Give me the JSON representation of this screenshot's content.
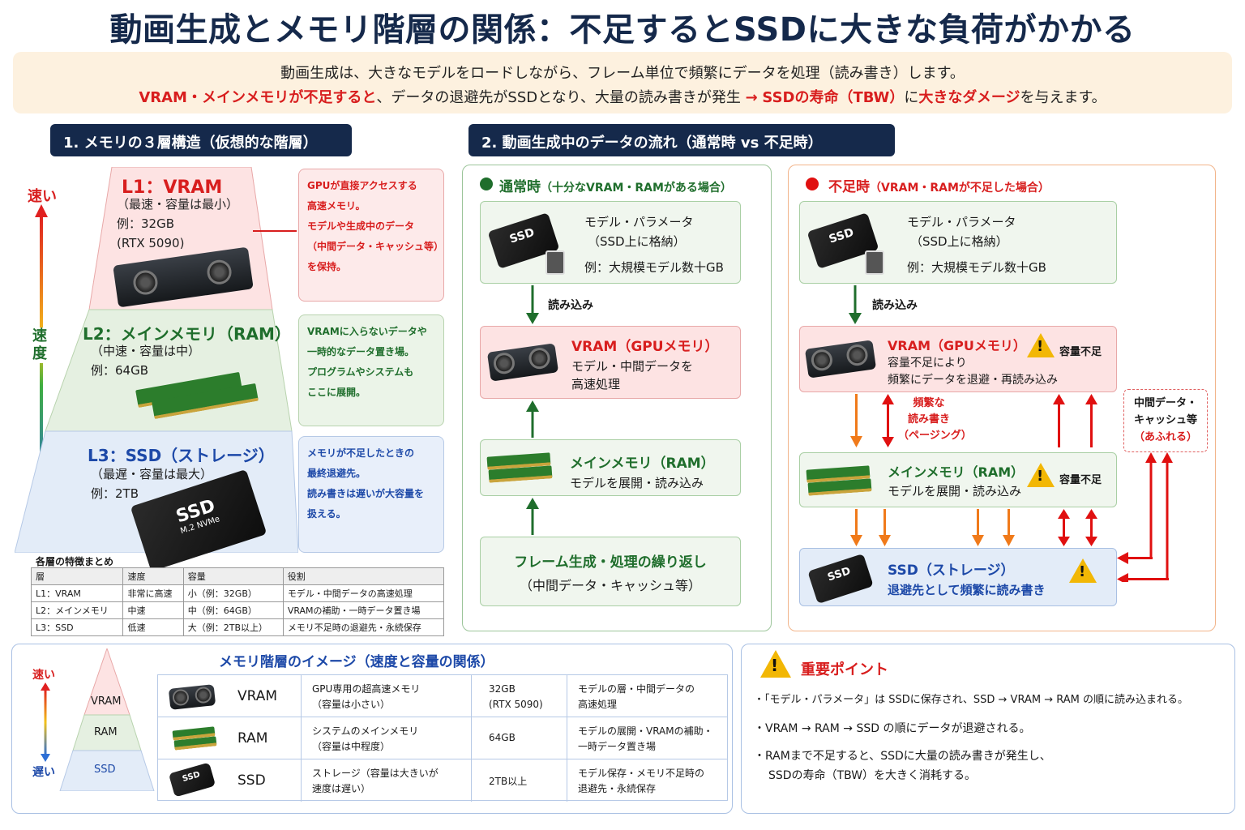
{
  "title": "動画生成とメモリ階層の関係：不足するとSSDに大きな負荷がかかる",
  "intro": {
    "line1": "動画生成は、大きなモデルをロードしながら、フレーム単位で頻繁にデータを処理（読み書き）します。",
    "line2_red1": "VRAM・メインメモリが不足すると",
    "line2_mid": "、データの退避先がSSDとなり、大量の読み書きが発生",
    "line2_arrow": "→",
    "line2_red2": "SSDの寿命（TBW）",
    "line2_mid2": "に",
    "line2_red3": "大きなダメージ",
    "line2_end": "を与えます。"
  },
  "section1": {
    "header": "1. メモリの３層構造（仮想的な階層）",
    "speed_fast": "速い",
    "speed_label_1": "速",
    "speed_label_2": "度",
    "speed_slow": "遅い",
    "tiers": [
      {
        "name": "L1：VRAM",
        "desc": [
          "（最速・容量は最小）",
          "例：32GB",
          "(RTX 5090)"
        ],
        "note": [
          "GPUが直接アクセスする",
          "高速メモリ。",
          "モデルや生成中のデータ",
          "（中間データ・キャッシュ等）",
          "を保持。"
        ]
      },
      {
        "name": "L2：メインメモリ（RAM）",
        "desc": [
          "（中速・容量は中）",
          "例：64GB"
        ],
        "note": [
          "VRAMに入らないデータや",
          "一時的なデータ置き場。",
          "プログラムやシステムも",
          "ここに展開。"
        ]
      },
      {
        "name": "L3：SSD（ストレージ）",
        "desc": [
          "（最遅・容量は最大）",
          "例：2TB"
        ],
        "note": [
          "メモリが不足したときの",
          "最終退避先。",
          "読み書きは遅いが大容量を",
          "扱える。"
        ]
      }
    ],
    "ssd_label1": "SSD",
    "ssd_label2": "M.2 NVMe",
    "summary_title": "各層の特徴まとめ",
    "summary_table": [
      [
        "層",
        "速度",
        "容量",
        "役割"
      ],
      [
        "L1：VRAM",
        "非常に高速",
        "小（例：32GB）",
        "モデル・中間データの高速処理"
      ],
      [
        "L2：メインメモリ",
        "中速",
        "中（例：64GB）",
        "VRAMの補助・一時データ置き場"
      ],
      [
        "L3：SSD",
        "低速",
        "大（例：2TB以上）",
        "メモリ不足時の退避先・永続保存"
      ]
    ]
  },
  "section2": {
    "header": "2. 動画生成中のデータの流れ（通常時 vs 不足時）",
    "normal": {
      "title": "通常時",
      "title_sub": "（十分なVRAM・RAMがある場合）",
      "ssd_box": [
        "モデル・パラメータ",
        "（SSD上に格納）",
        "例：大規模モデル数十GB"
      ],
      "read_label": "読み込み",
      "vram_box": [
        "VRAM（GPUメモリ）",
        "モデル・中間データを",
        "高速処理"
      ],
      "ram_box": [
        "メインメモリ（RAM）",
        "モデルを展開・読み込み"
      ],
      "frame_box": [
        "フレーム生成・処理の繰り返し",
        "（中間データ・キャッシュ等）"
      ]
    },
    "shortage": {
      "title": "不足時",
      "title_sub": "（VRAM・RAMが不足した場合）",
      "ssd_box": [
        "モデル・パラメータ",
        "（SSD上に格納）",
        "例：大規模モデル数十GB"
      ],
      "read_label": "読み込み",
      "vram_box": [
        "VRAM（GPUメモリ）",
        "容量不足により",
        "頻繁にデータを退避・再読み込み"
      ],
      "vram_warn": "容量不足",
      "paging": [
        "頻繁な",
        "読み書き",
        "（ページング）"
      ],
      "overflow": [
        "中間データ・",
        "キャッシュ等",
        "（あふれる）"
      ],
      "ram_box": [
        "メインメモリ（RAM）",
        "モデルを展開・読み込み"
      ],
      "ram_warn": "容量不足",
      "ssd2_box": [
        "SSD（ストレージ）",
        "退避先として頻繁に読み書き"
      ]
    }
  },
  "bottom_left": {
    "title": "メモリ階層のイメージ（速度と容量の関係）",
    "fast": "速い",
    "slow": "遅い",
    "pyramid": [
      "VRAM",
      "RAM",
      "SSD"
    ],
    "rows": [
      {
        "name": "VRAM",
        "desc": [
          "GPU専用の超高速メモリ",
          "（容量は小さい）"
        ],
        "cap": [
          "32GB",
          "(RTX 5090)"
        ],
        "role": [
          "モデルの層・中間データの",
          "高速処理"
        ]
      },
      {
        "name": "RAM",
        "desc": [
          "システムのメインメモリ",
          "（容量は中程度）"
        ],
        "cap": [
          "64GB"
        ],
        "role": [
          "モデルの展開・VRAMの補助・",
          "一時データ置き場"
        ]
      },
      {
        "name": "SSD",
        "desc": [
          "ストレージ（容量は大きいが",
          "速度は遅い）"
        ],
        "cap": [
          "2TB以上"
        ],
        "role": [
          "モデル保存・メモリ不足時の",
          "退避先・永続保存"
        ]
      }
    ]
  },
  "bottom_right": {
    "title": "重要ポイント",
    "points": [
      "・「モデル・パラメータ」は SSDに保存され、SSD → VRAM → RAM の順に読み込まれる。",
      "・VRAM → RAM → SSD の順にデータが退避される。",
      "・RAMまで不足すると、SSDに大量の読み書きが発生し、",
      "SSDの寿命（TBW）を大きく消耗する。"
    ]
  },
  "colors": {
    "navy": "#15294b",
    "red": "#d81e1e",
    "green": "#1f6e2c",
    "blue": "#1d49a8",
    "orange": "#f07a1a"
  }
}
